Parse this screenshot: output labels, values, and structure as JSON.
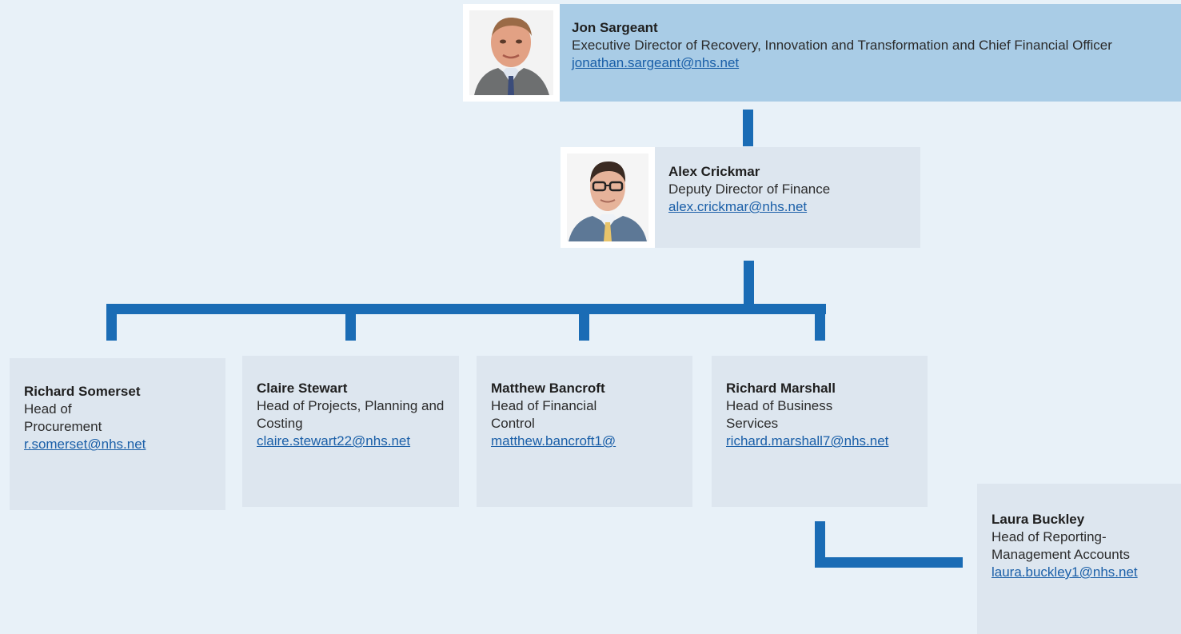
{
  "people": {
    "jon": {
      "name": "Jon Sargeant",
      "role": "Executive Director of Recovery, Innovation and Transformation and Chief Financial Officer",
      "email": "jonathan.sargeant@nhs.net"
    },
    "alex": {
      "name": "Alex Crickmar",
      "role": "Deputy Director of Finance",
      "email": "alex.crickmar@nhs.net"
    },
    "richard_somerset": {
      "name": "Richard Somerset",
      "role": "Head of Procurement",
      "email": "r.somerset@nhs.net"
    },
    "claire_stewart": {
      "name": "Claire Stewart",
      "role": "Head of Projects, Planning and Costing",
      "email": "claire.stewart22@nhs.net"
    },
    "matthew_bancroft": {
      "name": "Matthew Bancroft",
      "role": "Head of Financial Control",
      "email": "matthew.bancroft1@"
    },
    "richard_marshall": {
      "name": "Richard Marshall",
      "role": "Head of Business Services",
      "email": "richard.marshall7@nhs.net"
    },
    "laura_buckley": {
      "name": "Laura Buckley",
      "role": "Head of Reporting-Management Accounts",
      "email": "laura.buckley1@nhs.net"
    }
  },
  "colors": {
    "background": "#e8f1f8",
    "top_card": "#a9cce6",
    "card": "#dde6ef",
    "connector": "#1a6cb5",
    "link": "#1a5fa8"
  }
}
